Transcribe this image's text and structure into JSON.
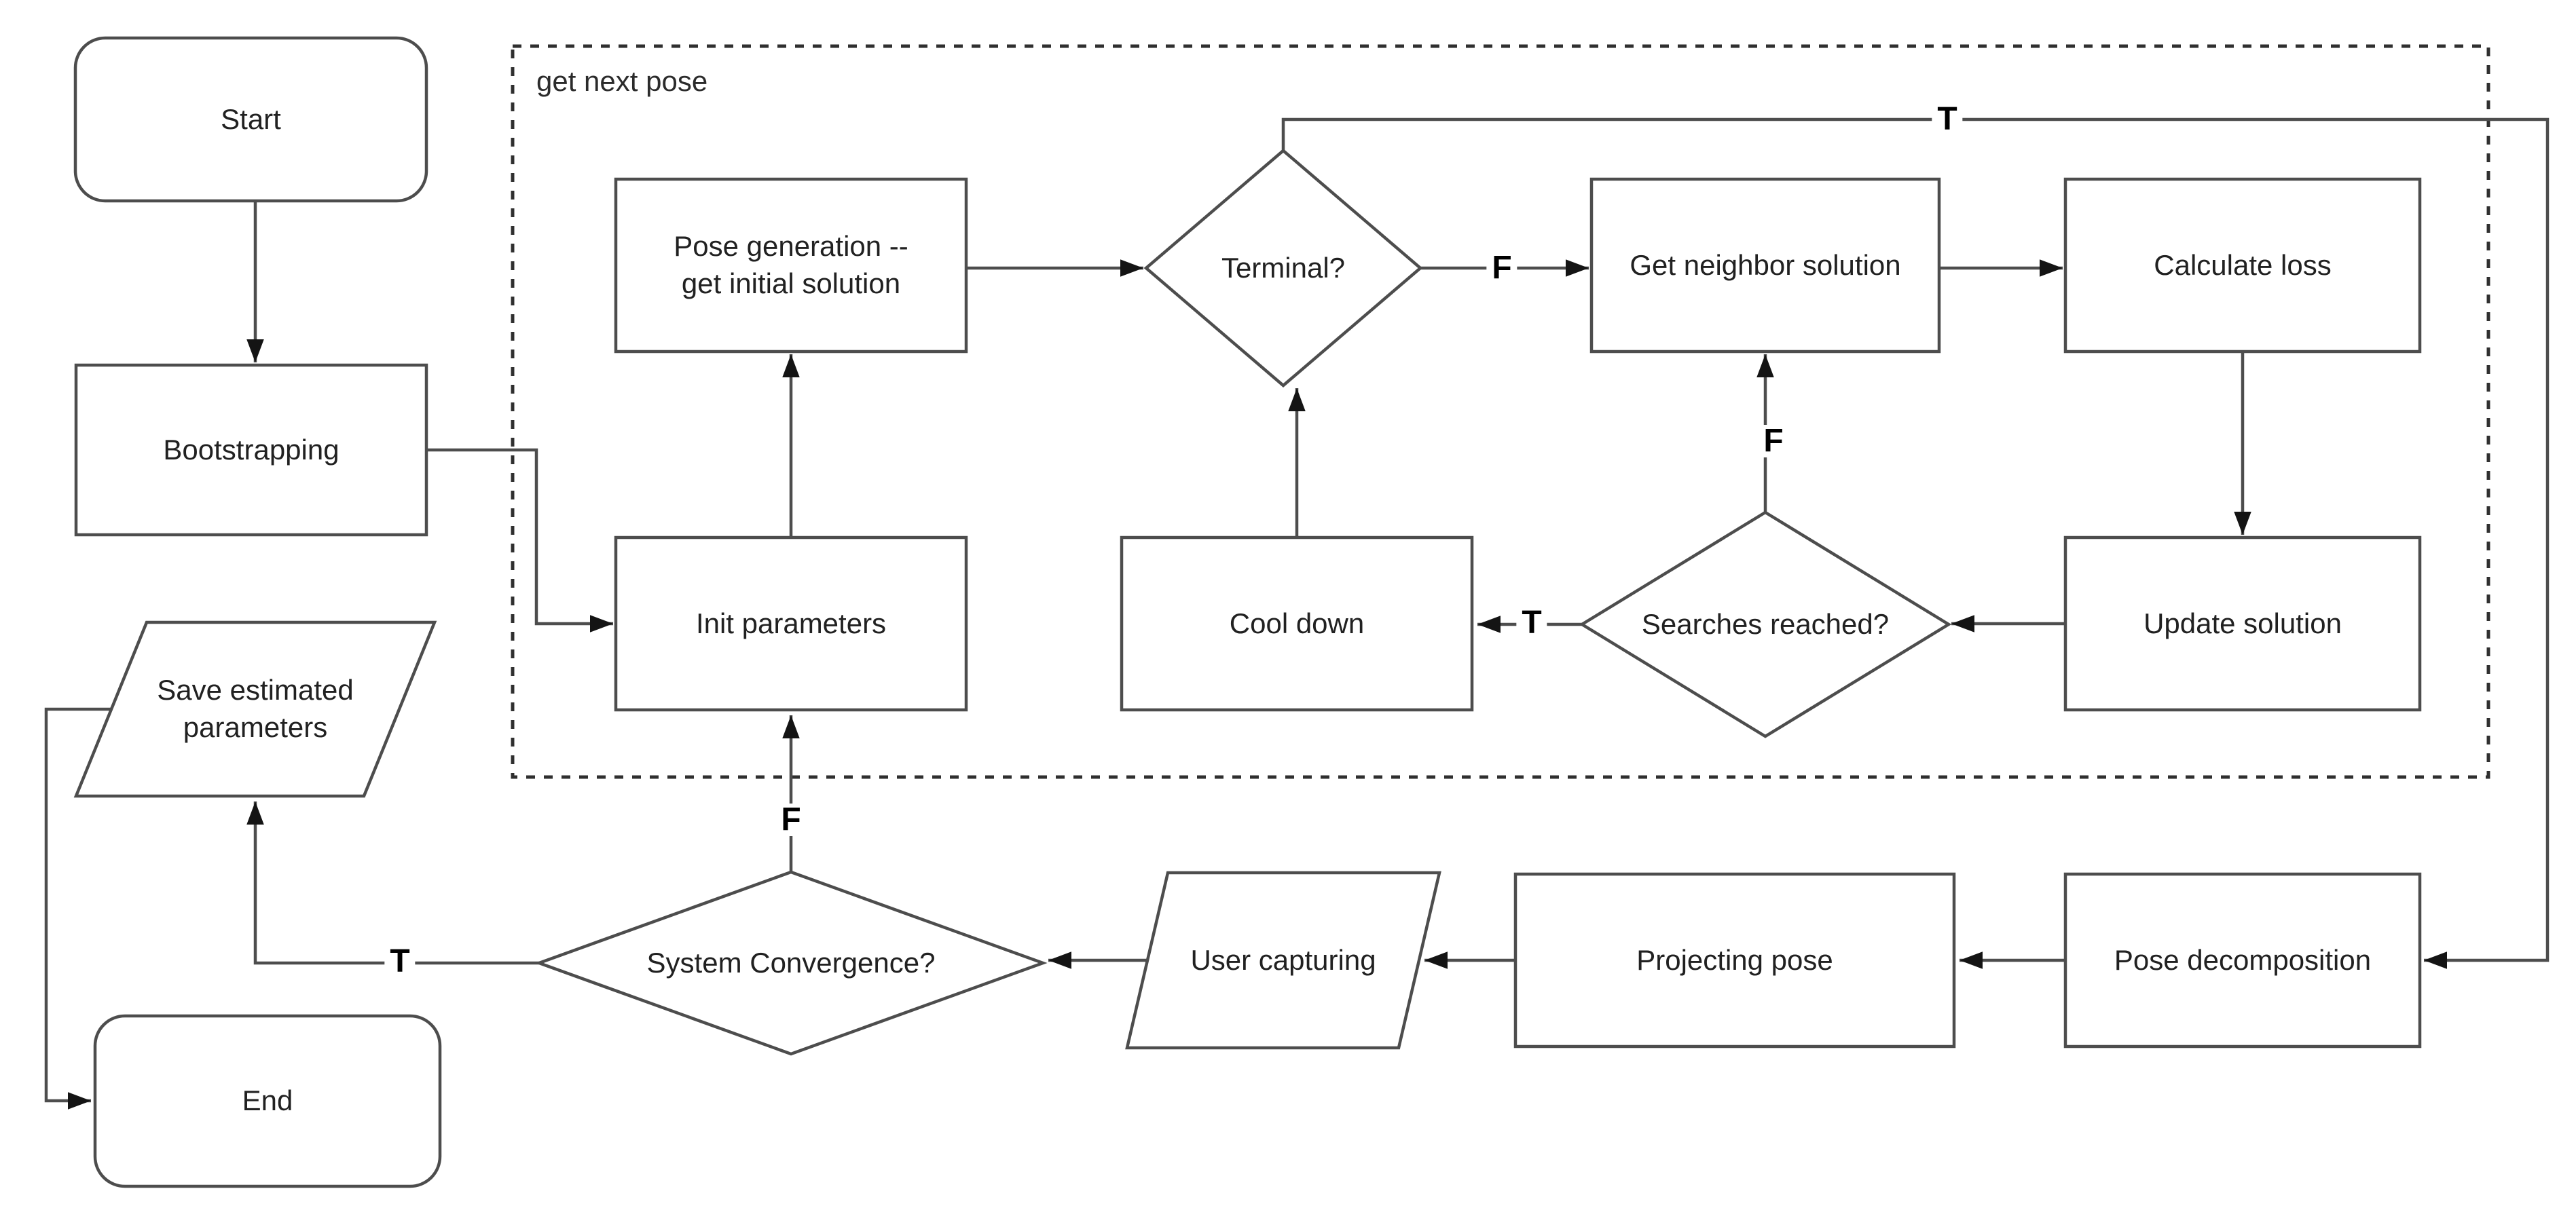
{
  "diagram": {
    "container_label": "get next pose",
    "nodes": {
      "start": {
        "label": "Start",
        "shape": "terminator"
      },
      "bootstrapping": {
        "label": "Bootstrapping",
        "shape": "process"
      },
      "pose_generation": {
        "label_lines": [
          "Pose generation --",
          "get initial solution"
        ],
        "shape": "process"
      },
      "terminal": {
        "label": "Terminal?",
        "shape": "decision"
      },
      "get_neighbor_solution": {
        "label": "Get neighbor solution",
        "shape": "process"
      },
      "calculate_loss": {
        "label": "Calculate loss",
        "shape": "process"
      },
      "init_parameters": {
        "label": "Init parameters",
        "shape": "process"
      },
      "cool_down": {
        "label": "Cool down",
        "shape": "process"
      },
      "searches_reached": {
        "label": "Searches reached?",
        "shape": "decision"
      },
      "update_solution": {
        "label": "Update solution",
        "shape": "process"
      },
      "save_estimated_parameters": {
        "label_lines": [
          "Save estimated",
          "parameters"
        ],
        "shape": "data"
      },
      "system_convergence": {
        "label": "System Convergence?",
        "shape": "decision"
      },
      "user_capturing": {
        "label": "User capturing",
        "shape": "data"
      },
      "projecting_pose": {
        "label": "Projecting pose",
        "shape": "process"
      },
      "pose_decomposition": {
        "label": "Pose decomposition",
        "shape": "process"
      },
      "end": {
        "label": "End",
        "shape": "terminator"
      }
    },
    "edge_labels": {
      "terminal_false": "F",
      "terminal_true": "T",
      "searches_false": "F",
      "searches_true": "T",
      "convergence_false": "F",
      "convergence_true": "T"
    },
    "colors": {
      "line": "#4d4d4d",
      "arrowhead": "#141414",
      "text": "#212121",
      "background": "#ffffff"
    }
  }
}
